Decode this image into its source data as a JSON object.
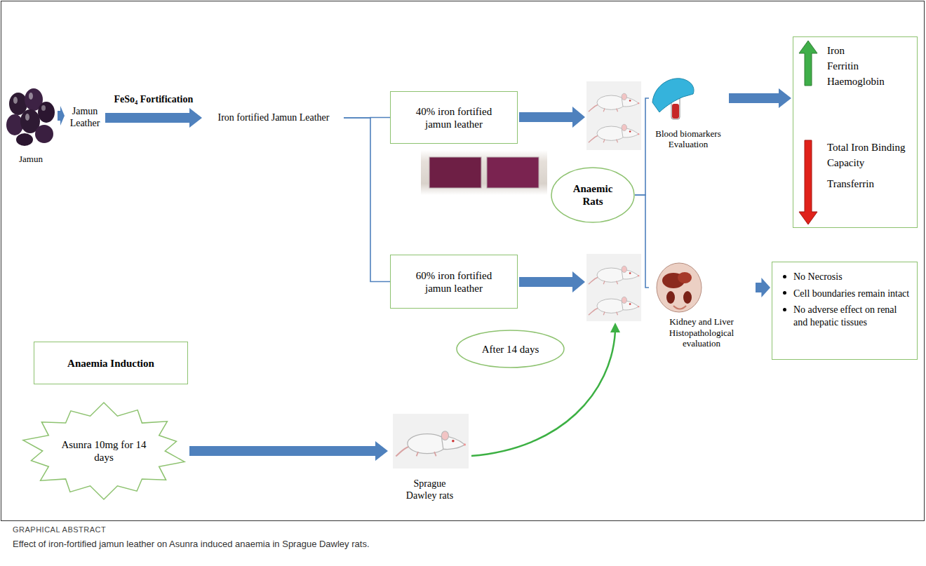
{
  "diagram": {
    "caption": "Effect of iron-fortified jamun leather on Asunra induced anaemia in Sprague Dawley rats.",
    "nodes": [
      {
        "text": [
          "Jamun"
        ]
      },
      {
        "text": [
          "Jamun Leather"
        ]
      },
      {
        "text": [
          "Iron fortified Jamun Leather"
        ]
      },
      {
        "text": [
          "40% iron fortified jamun leather"
        ]
      },
      {
        "text": [
          "60% iron fortified jamun leather"
        ]
      },
      {
        "text": [
          "Anaemic Rats"
        ]
      },
      {
        "text": [
          "Blood biomarkers Evaluation"
        ]
      },
      {
        "text": [
          "Iron",
          "Ferritin",
          "Haemoglobin",
          "Total Iron Binding Capacity",
          "Transferrin"
        ]
      },
      {
        "text": [
          "Kidney and Liver Histopathological evaluation"
        ]
      },
      {
        "text": [
          "No Necrosis",
          "Cell boundaries remain intact",
          "No adverse effect on renal and hepatic tissues"
        ]
      },
      {
        "text": [
          "Anaemia Induction"
        ]
      },
      {
        "text": [
          "Asunra 10mg for 14 days"
        ]
      },
      {
        "text": [
          "Sprague Dawley rats"
        ]
      },
      {
        "text": [
          "After 14 days"
        ]
      }
    ],
    "edges": [
      {
        "from": 0,
        "to": 1,
        "arrow": "to"
      },
      {
        "from": 1,
        "to": 2,
        "label": "FeSo₄ Fortification",
        "arrow": "to"
      },
      {
        "from": 2,
        "to": 3,
        "arrow": "none"
      },
      {
        "from": 2,
        "to": 4,
        "arrow": "none"
      },
      {
        "from": 5,
        "to": 6,
        "arrow": "none"
      },
      {
        "from": 5,
        "to": 8,
        "arrow": "none"
      },
      {
        "from": 6,
        "to": 7,
        "arrow": "to"
      },
      {
        "from": 8,
        "to": 9,
        "arrow": "to"
      },
      {
        "from": 11,
        "to": 12,
        "arrow": "to"
      }
    ],
    "labels": [
      "GRAPHICAL ABSTRACT"
    ]
  }
}
